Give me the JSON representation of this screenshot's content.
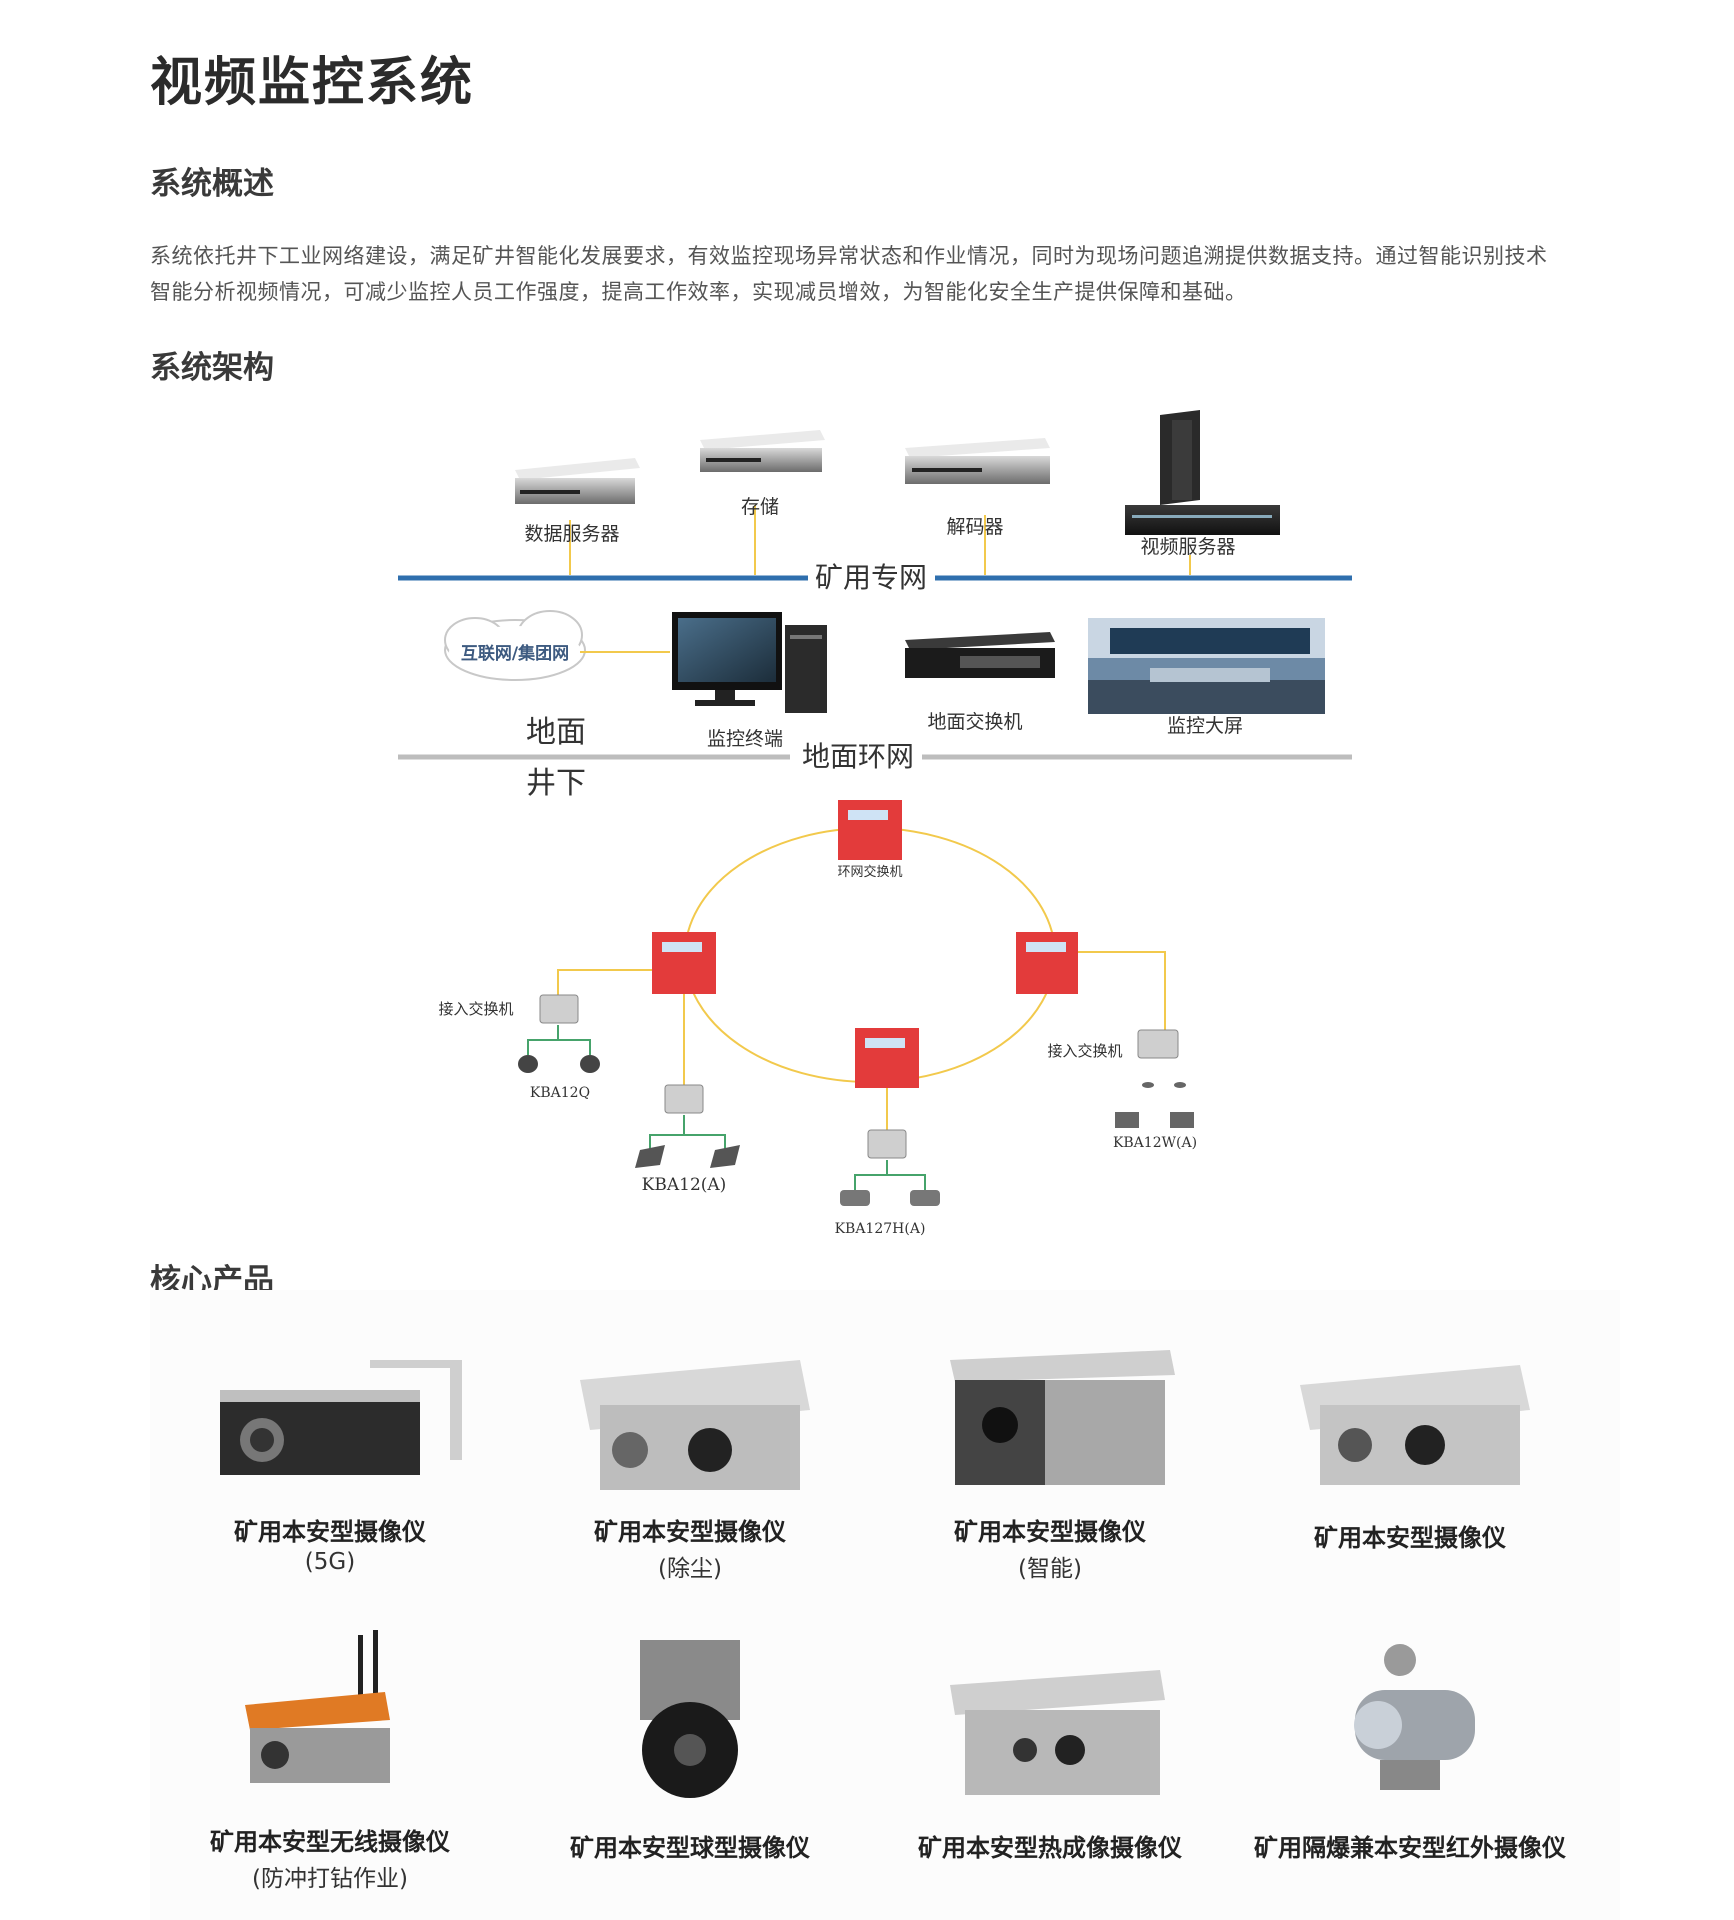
{
  "page": {
    "title": "视频监控系统"
  },
  "overview": {
    "heading": "系统概述",
    "text": "系统依托井下工业网络建设，满足矿井智能化发展要求，有效监控现场异常状态和作业情况，同时为现场问题追溯提供数据支持。通过智能识别技术智能分析视频情况，可减少监控人员工作强度，提高工作效率，实现减员增效，为智能化安全生产提供保障和基础。"
  },
  "architecture": {
    "heading": "系统架构",
    "diagram": {
      "servers": [
        "数据服务器",
        "存储",
        "解码器",
        "视频服务器"
      ],
      "mine_network": "矿用专网",
      "cloud": "互联网/集团网",
      "surface_devices": [
        "监控终端",
        "地面交换机",
        "监控大屏"
      ],
      "surface": "地面",
      "underground": "井下",
      "ring_network": "地面环网",
      "ring_switch": "环网交换机",
      "access_switch": "接入交换机",
      "cameras": [
        "KBA12Q",
        "KBA12(A)",
        "KBA127H(A)",
        "KBA12W(A)"
      ]
    }
  },
  "products": {
    "heading": "核心产品",
    "items": [
      {
        "name": "矿用本安型摄像仪",
        "sub": "(5G)"
      },
      {
        "name": "矿用本安型摄像仪",
        "sub": "(除尘)"
      },
      {
        "name": "矿用本安型摄像仪",
        "sub": "(智能)"
      },
      {
        "name": "矿用本安型摄像仪",
        "sub": ""
      },
      {
        "name": "矿用本安型无线摄像仪",
        "sub": "(防冲打钻作业)"
      },
      {
        "name": "矿用本安型球型摄像仪",
        "sub": ""
      },
      {
        "name": "矿用本安型热成像摄像仪",
        "sub": ""
      },
      {
        "name": "矿用隔爆兼本安型红外摄像仪",
        "sub": ""
      }
    ]
  }
}
